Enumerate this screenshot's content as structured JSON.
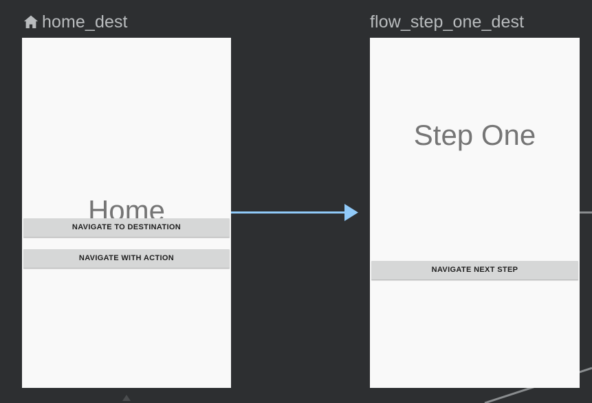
{
  "editor": {
    "canvas_background": "#2d2f31",
    "action_arrow_color": "#90caf9",
    "connector_line_color": "#8a8d8f",
    "label_color": "#b9bcbe",
    "preview_background": "#f9f9f9",
    "button_color": "#d6d7d7",
    "title_color": "#757575"
  },
  "destinations": [
    {
      "id": "home_dest",
      "label": "home_dest",
      "is_start_destination": true,
      "start_icon": "home-icon",
      "preview": {
        "title": "Home",
        "buttons": [
          {
            "label": "NAVIGATE TO DESTINATION"
          },
          {
            "label": "NAVIGATE WITH ACTION"
          }
        ]
      }
    },
    {
      "id": "flow_step_one_dest",
      "label": "flow_step_one_dest",
      "is_start_destination": false,
      "preview": {
        "title": "Step One",
        "buttons": [
          {
            "label": "NAVIGATE NEXT STEP"
          }
        ]
      }
    }
  ],
  "actions": [
    {
      "name": "action-home-to-flow-step-one",
      "from": "home_dest",
      "to": "flow_step_one_dest",
      "style": "arrow",
      "color": "#90caf9"
    },
    {
      "name": "connector-step-one-outgoing",
      "from": "flow_step_one_dest",
      "to": "",
      "style": "line",
      "color": "#8a8d8f"
    },
    {
      "name": "connector-incoming-bottom",
      "from": "",
      "to": "home_dest",
      "style": "line",
      "color": "#8a8d8f"
    }
  ]
}
